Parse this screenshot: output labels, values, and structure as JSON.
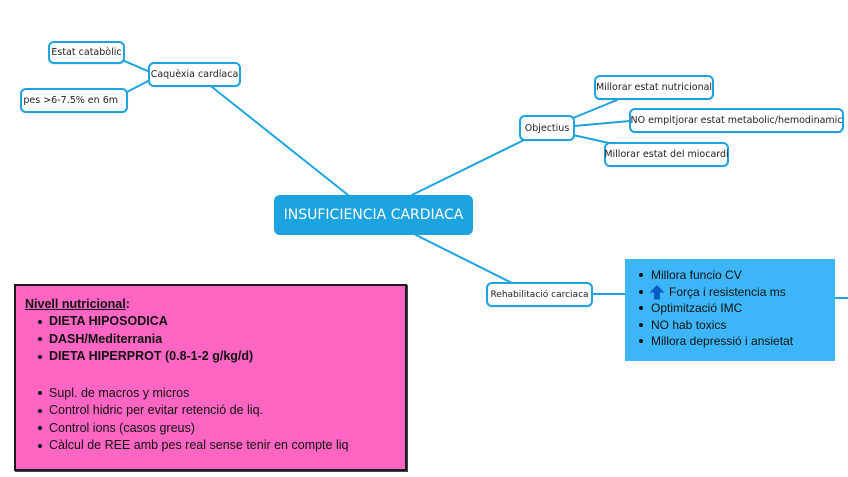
{
  "diagram": {
    "title": "INSUFICIENCIA CARDIACA",
    "colors": {
      "accent": "#1ca3e0",
      "central_fill": "#1ca3e0",
      "infobox_fill": "#3cb6f8",
      "pinkbox_fill": "#ff66c4",
      "arrow_icon": "#0a5bc4"
    },
    "branches": {
      "caquexia": {
        "label": "Caquèxia cardíaca",
        "children": [
          "Estat catabòlic",
          "pes >6-7.5% en 6m"
        ]
      },
      "objectius": {
        "label": "Objectius",
        "children": [
          "Millorar estat nutricional",
          "NO empitjorar estat metabolic/hemodinamic",
          "Millorar estat del miocardi"
        ]
      },
      "rehabilitacio": {
        "label": "Rehabilitació carciaca",
        "details": [
          {
            "icon": null,
            "text": "Millora funcio CV"
          },
          {
            "icon": "arrow-up-icon",
            "text": "Força i resistencia ms"
          },
          {
            "icon": null,
            "text": "Optimització IMC"
          },
          {
            "icon": null,
            "text": "NO hab toxics"
          },
          {
            "icon": null,
            "text": "Millora depressió i ansietat"
          }
        ]
      }
    },
    "nutrition_box": {
      "heading": "Nivell nutricional",
      "heading_suffix": ":",
      "bold_items": [
        "DIETA HIPOSODICA",
        "DASH/Mediterrania",
        "DIETA HIPERPROT (0.8-1-2 g/kg/d)"
      ],
      "items": [
        "Supl. de macros y micros",
        "Control hidric per evitar retenció de liq.",
        "Control ions (casos greus)",
        "Càlcul de REE amb pes real sense tenir en compte liq"
      ]
    }
  }
}
